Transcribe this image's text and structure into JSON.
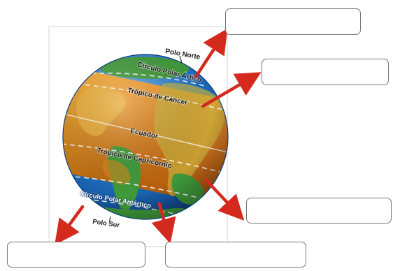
{
  "diagram": {
    "labels": {
      "north_pole": "Polo Norte",
      "arctic_circle": "Círculo Polar Ártico",
      "tropic_of_cancer": "Trópico de Cáncer",
      "equator": "Ecuador",
      "tropic_of_capricorn": "Trópico de Capricornio",
      "antarctic_circle": "Círculo Polar Antártico",
      "south_pole": "Polo Sur"
    },
    "answer_boxes": [
      "",
      "",
      "",
      "",
      ""
    ],
    "colors": {
      "arrow": "#d42a1e",
      "ocean": "#1f6fc0",
      "land": "#3f9a3a",
      "tropical_band": "#f29a1c",
      "box_border": "#777777"
    }
  }
}
